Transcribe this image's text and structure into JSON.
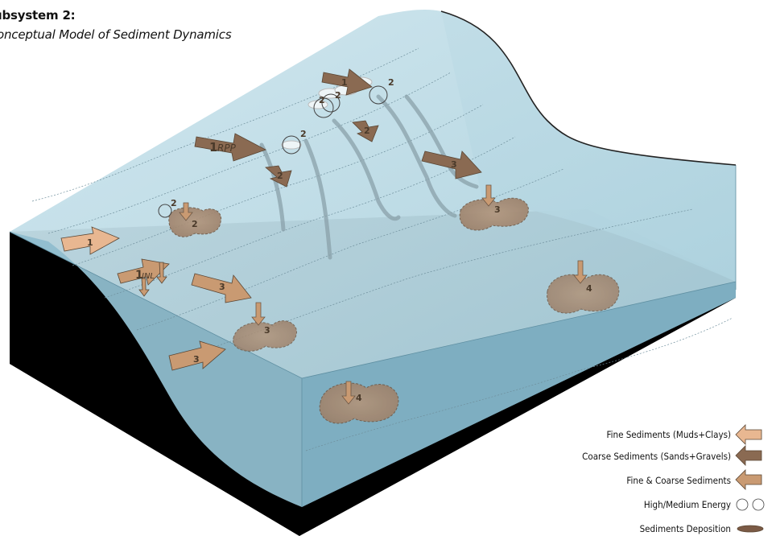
{
  "figure": {
    "title": "ubsystem 2:",
    "subtitle": "onceptual Model of Sediment Dynamics"
  },
  "arrow_labels": {
    "a1_top": "1",
    "a1_rpp": "1",
    "a1_rpp_sub": "RPP",
    "a1_left": "1",
    "a1_inl": "1",
    "a1_inl_sub": "INL",
    "a2_a": "2",
    "a2_b": "2",
    "a3_right": "3",
    "a3_mid": "3",
    "a3_low": "3"
  },
  "energy_labels": [
    "2",
    "2",
    "2",
    "2",
    "2"
  ],
  "deposition_labels": {
    "d2": "2",
    "d3_right": "3",
    "d3_mid": "3",
    "d4_right": "4",
    "d4_low": "4"
  },
  "legend": [
    {
      "label": "Fine Sediments (Muds+Clays)",
      "icon": "arrow-light",
      "color": "#e8b791"
    },
    {
      "label": "Coarse Sediments (Sands+Gravels)",
      "icon": "arrow-dark",
      "color": "#8a6a52"
    },
    {
      "label": "Fine & Coarse Sediments",
      "icon": "arrow-medium",
      "color": "#c99a72"
    },
    {
      "label": "High/Medium Energy",
      "icon": "energy-circles-icon",
      "color": "#555555"
    },
    {
      "label": "Sediments Deposition",
      "icon": "deposition-blob-icon",
      "color": "#7b5a45"
    }
  ],
  "colors": {
    "water_top": "#bcdbe6",
    "water_front": "#7fb2c6",
    "water_side": "#94c1d1",
    "ground": "#000000",
    "fine": "#e8b791",
    "coarse": "#8a6a52",
    "mixed": "#c99a72",
    "deposit": "#a58a72"
  }
}
